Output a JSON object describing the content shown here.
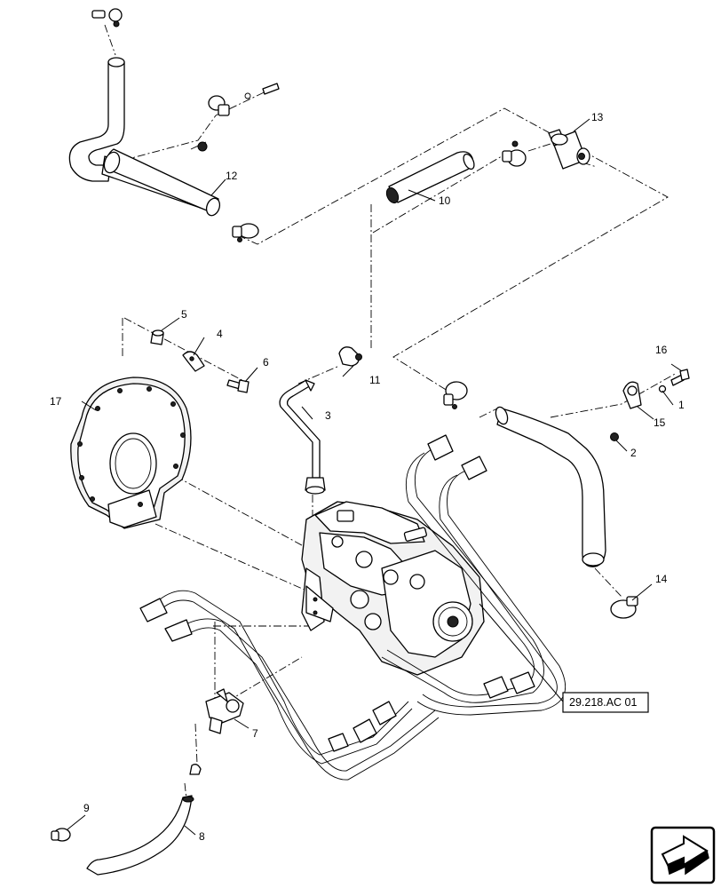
{
  "callouts": {
    "c1": "1",
    "c2": "2",
    "c3": "3",
    "c4": "4",
    "c5": "5",
    "c6": "6",
    "c7": "7",
    "c8": "8",
    "c9": "9",
    "c10": "10",
    "c11": "11",
    "c12": "12",
    "c13": "13",
    "c14": "14",
    "c15": "15",
    "c16": "16",
    "c17": "17"
  },
  "reference": "29.218.AC 01",
  "icons": {
    "nav": "direction-arrow-icon"
  }
}
